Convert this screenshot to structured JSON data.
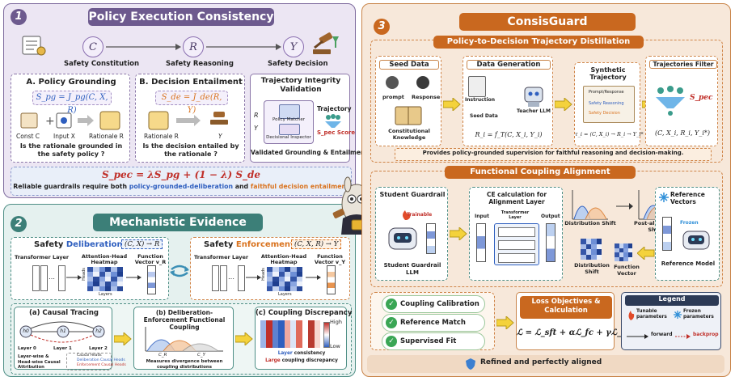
{
  "panel1": {
    "number": "1",
    "title": "Policy Execution Consistency",
    "nodes": [
      {
        "symbol": "C",
        "label": "Safety Constitution"
      },
      {
        "symbol": "R",
        "label": "Safety Reasoning"
      },
      {
        "symbol": "Y",
        "label": "Safety Decision"
      }
    ],
    "grounding": {
      "title": "A. Policy Grounding",
      "formula": "S_pg = J_pg(C, X, R)",
      "labels": [
        "Const C",
        "Input X",
        "Rationale R"
      ],
      "question": "Is the rationale grounded in the safety policy ?"
    },
    "entailment": {
      "title": "B. Decision Entailment",
      "formula": "S_de = J_de(R, Y)",
      "labels": [
        "Rationale R",
        "Y"
      ],
      "question": "Is the decision entailed by the rationale ?"
    },
    "integrity": {
      "title": "Trajectory Integrity Validation",
      "side_labels": [
        "R",
        "Y"
      ],
      "modules": [
        "Policy Matcher",
        "Decisional Inspector"
      ],
      "filter_label": "Trajectory",
      "score_label": "S_pec Score",
      "caption": "Validated Grounding & Entailment"
    },
    "main_formula": "S_pec = λS_pg + (1 − λ) S_de",
    "summary_prefix": "Reliable guardrails require both",
    "summary_blue": "policy-grounded-deliberation",
    "summary_mid": "and",
    "summary_orange": "faithful decision entailment"
  },
  "panel2": {
    "number": "2",
    "title": "Mechanistic Evidence",
    "deliberation": {
      "title_prefix": "Safety",
      "title_highlight": "Deliberation",
      "formula": "(C, X) → R",
      "labels": [
        "Transformer Layer",
        "Attention-Head Heatmap",
        "Function Vector v_R"
      ],
      "axis_heads": "Heads",
      "axis_layers": "Layers"
    },
    "enforcement": {
      "title_prefix": "Safety",
      "title_highlight": "Enforcement",
      "formula": "(C, X, R) → Y",
      "labels": [
        "Transformer Layer",
        "Attention-Head Heatmap",
        "Function Vector v_Y"
      ],
      "axis_heads": "Heads",
      "axis_layers": "Layers"
    },
    "causal": {
      "title": "(a) Causal Tracing",
      "nodes": [
        "h0",
        "h1",
        "h2"
      ],
      "layers": [
        "Layer 0",
        "Layer 1",
        "Layer 2"
      ],
      "caption": "Layer-wise & Head-wise Causal Attribution",
      "legend": [
        "Causal Heads",
        "Deliberation Causal Heads",
        "Enforcement Causal Heads"
      ]
    },
    "coupling": {
      "title": "(b) Deliberation-Enforcement Functional Coupling",
      "axis": [
        "C_R",
        "C_Y"
      ],
      "caption": "Measures divergence between coupling distributions"
    },
    "discrepancy": {
      "title": "(c) Coupling Discrepancy",
      "high": "High",
      "low": "Low",
      "line1_blue": "Layer",
      "line1_rest": "consistency",
      "line2_red": "Large",
      "line2_rest": "coupling discrepancy"
    }
  },
  "panel3": {
    "number": "3",
    "title": "ConsisGuard",
    "distill": {
      "title": "Policy-to-Decision Trajectory Distillation",
      "seed": {
        "title": "Seed Data",
        "items": [
          "prompt",
          "Response",
          "Constitutional Knowledge"
        ]
      },
      "generation": {
        "title": "Data Generation",
        "items": [
          "Instruction",
          "Seed Data",
          "Teacher LLM"
        ],
        "formula": "R_i = f_T(C, X_i, Y_i)"
      },
      "synthetic": {
        "title": "Synthetic Trajectory",
        "items": [
          "Prompt/Response",
          "Safety Reasoning",
          "Safety Decision"
        ],
        "formula": "τ_i = (C, X_i) → R_i → Y_i*"
      },
      "filter": {
        "title": "Trajectories Filter",
        "score": "S_pec",
        "formula": "(C, X_i, R_i, Y_i*)"
      },
      "note": "Provides policy-grounded supervision for faithful reasoning and decision-making."
    },
    "align": {
      "title": "Functional Coupling Alignment",
      "student": {
        "title": "Student Guardrail",
        "trainable": "Trainable",
        "caption": "Student Guardrail LLM"
      },
      "ce": {
        "title": "CE calculation for Alignment Layer",
        "labels": [
          "Input",
          "Transformer Layer",
          "Output"
        ]
      },
      "shift_labels": [
        "Distribution Shift",
        "Post-alignment Shifts",
        "Distribution Shift",
        "Function Vector"
      ],
      "reference": {
        "title": "Reference Vectors",
        "frozen": "Frozen",
        "caption": "Reference Model"
      }
    },
    "objectives": {
      "items": [
        "Coupling Calibration",
        "Reference Match",
        "Supervised Fit"
      ],
      "title": "Loss Objectives & Calculation",
      "formula": "ℒ = ℒ_sft + αℒ_fc + γℒ_ref"
    },
    "legend": {
      "title": "Legend",
      "tunable": "Tunable parameters",
      "frozen": "Frozen parameters",
      "forward": "forward",
      "backprop": "backprop"
    },
    "footer": "Refined and perfectly aligned"
  },
  "colors": {
    "purple_header": "#6d5a8e",
    "teal_header": "#3c7f78",
    "orange_header": "#c9681f",
    "blue_text": "#2f5fbf",
    "orange_text": "#d9731f",
    "red_text": "#c0302a"
  },
  "icons": [
    "gavel-icon",
    "scale-icon",
    "filter-icon",
    "robot-icon",
    "llama-mascot-icon",
    "shield-icon",
    "fire-icon",
    "snowflake-icon",
    "checkmark-icon"
  ]
}
